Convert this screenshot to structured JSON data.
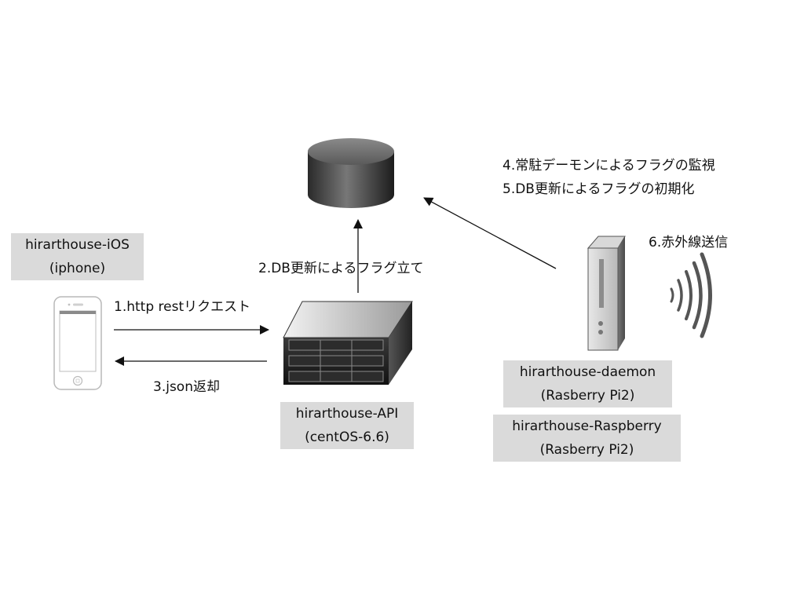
{
  "nodes": {
    "ios": {
      "line1": "hirarthouse-iOS",
      "line2": "(iphone)"
    },
    "api": {
      "line1": "hirarthouse-API",
      "line2": "(centOS-6.6)"
    },
    "daemon": {
      "line1": "hirarthouse-daemon",
      "line2": "(Rasberry Pi2)"
    },
    "raspberry": {
      "line1": "hirarthouse-Raspberry",
      "line2": "(Rasberry Pi2)"
    }
  },
  "steps": {
    "request": "1.http restリクエスト",
    "db_flag_set": "2.DB更新によるフラグ立て",
    "json_return": "3.json返却",
    "monitor": "4.常駐デーモンによるフラグの監視",
    "flag_reset": "5.DB更新によるフラグの初期化",
    "ir_send": "6.赤外線送信"
  },
  "icons": [
    "smartphone-icon",
    "database-icon",
    "server-icon",
    "tower-pc-icon",
    "wireless-signal-icon"
  ],
  "colors": {
    "label_bg": "#dadada",
    "arrow": "#111111",
    "signal": "#555555"
  }
}
